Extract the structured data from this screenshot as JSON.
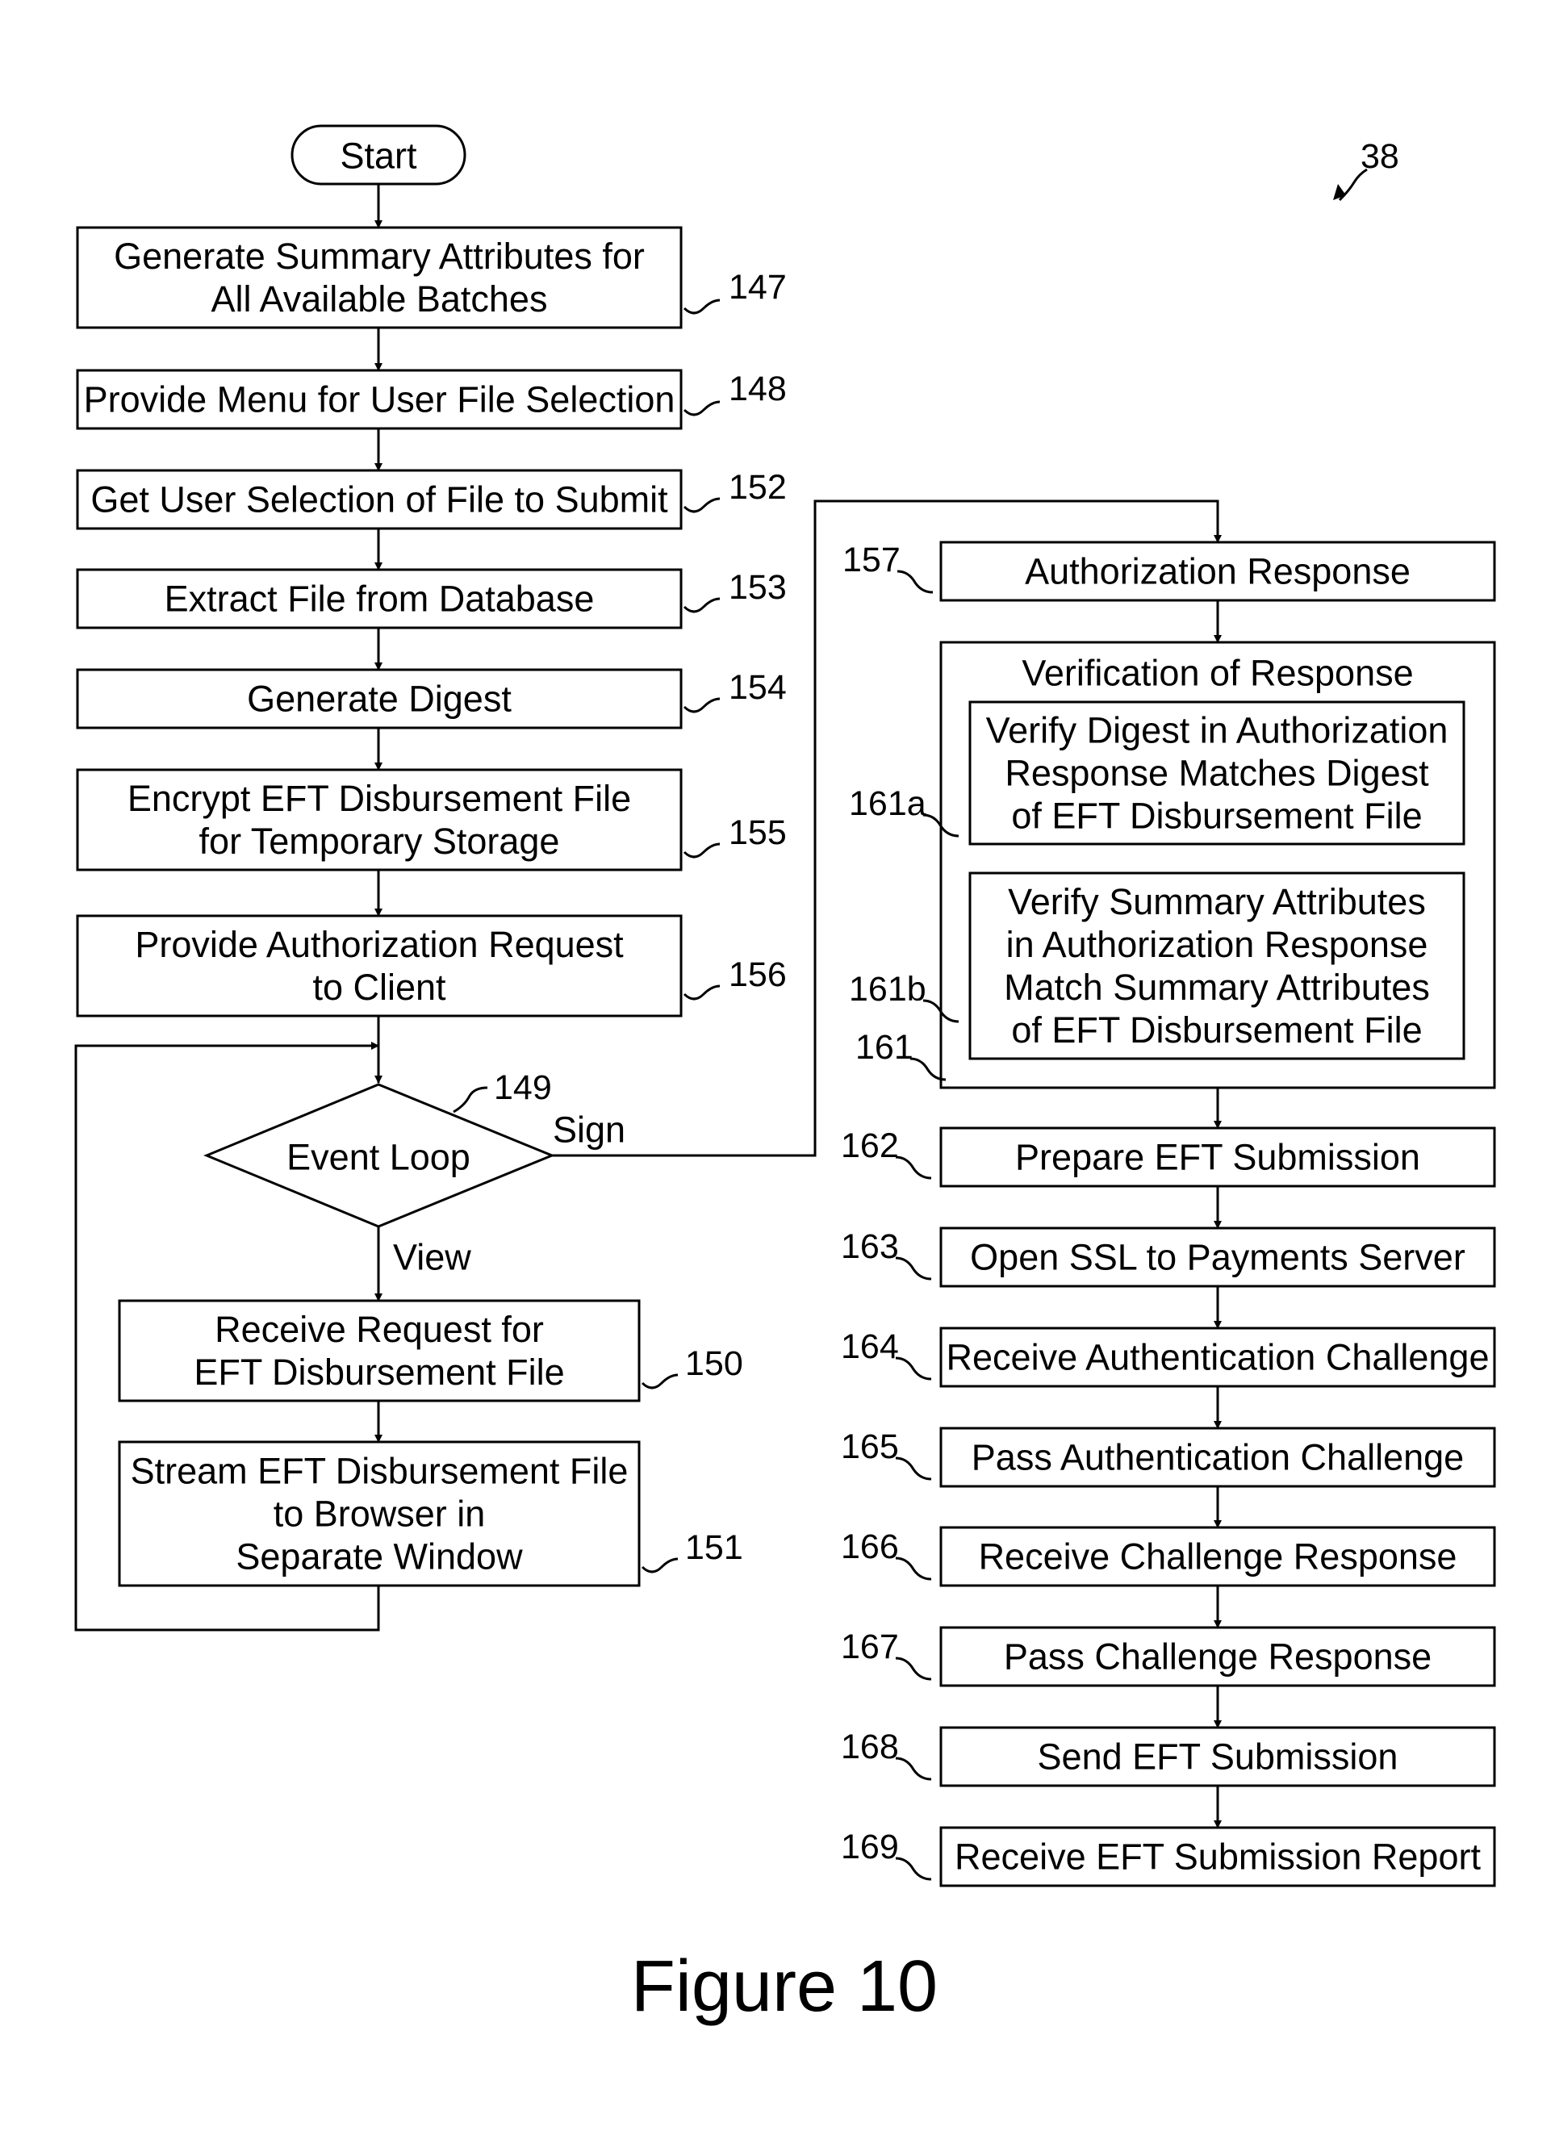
{
  "figure_ref": "38",
  "caption": "Figure 10",
  "start": "Start",
  "left_steps": [
    {
      "id": "147",
      "lines": [
        "Generate Summary Attributes for",
        "All Available Batches"
      ]
    },
    {
      "id": "148",
      "lines": [
        "Provide Menu for User File Selection"
      ]
    },
    {
      "id": "152",
      "lines": [
        "Get User Selection of File to Submit"
      ]
    },
    {
      "id": "153",
      "lines": [
        "Extract File from Database"
      ]
    },
    {
      "id": "154",
      "lines": [
        "Generate Digest"
      ]
    },
    {
      "id": "155",
      "lines": [
        "Encrypt EFT Disbursement File",
        "for Temporary Storage"
      ]
    },
    {
      "id": "156",
      "lines": [
        "Provide Authorization Request",
        "to Client"
      ]
    }
  ],
  "decision": {
    "id": "149",
    "label": "Event Loop",
    "sign_label": "Sign",
    "view_label": "View"
  },
  "view_steps": [
    {
      "id": "150",
      "lines": [
        "Receive Request for",
        "EFT Disbursement File"
      ]
    },
    {
      "id": "151",
      "lines": [
        "Stream EFT Disbursement File",
        "to Browser in",
        "Separate Window"
      ]
    }
  ],
  "auth_response": {
    "id": "157",
    "lines": [
      "Authorization Response"
    ]
  },
  "verification": {
    "id": "161",
    "title": "Verification of Response",
    "sub": [
      {
        "id": "161a",
        "lines": [
          "Verify Digest in Authorization",
          "Response Matches Digest",
          "of EFT Disbursement File"
        ]
      },
      {
        "id": "161b",
        "lines": [
          "Verify Summary Attributes",
          "in Authorization Response",
          "Match Summary Attributes",
          "of EFT Disbursement File"
        ]
      }
    ]
  },
  "right_steps": [
    {
      "id": "162",
      "lines": [
        "Prepare EFT Submission"
      ]
    },
    {
      "id": "163",
      "lines": [
        "Open SSL to Payments Server"
      ]
    },
    {
      "id": "164",
      "lines": [
        "Receive Authentication Challenge"
      ]
    },
    {
      "id": "165",
      "lines": [
        "Pass Authentication Challenge"
      ]
    },
    {
      "id": "166",
      "lines": [
        "Receive Challenge Response"
      ]
    },
    {
      "id": "167",
      "lines": [
        "Pass Challenge Response"
      ]
    },
    {
      "id": "168",
      "lines": [
        "Send EFT Submission"
      ]
    },
    {
      "id": "169",
      "lines": [
        "Receive EFT Submission Report"
      ]
    }
  ]
}
